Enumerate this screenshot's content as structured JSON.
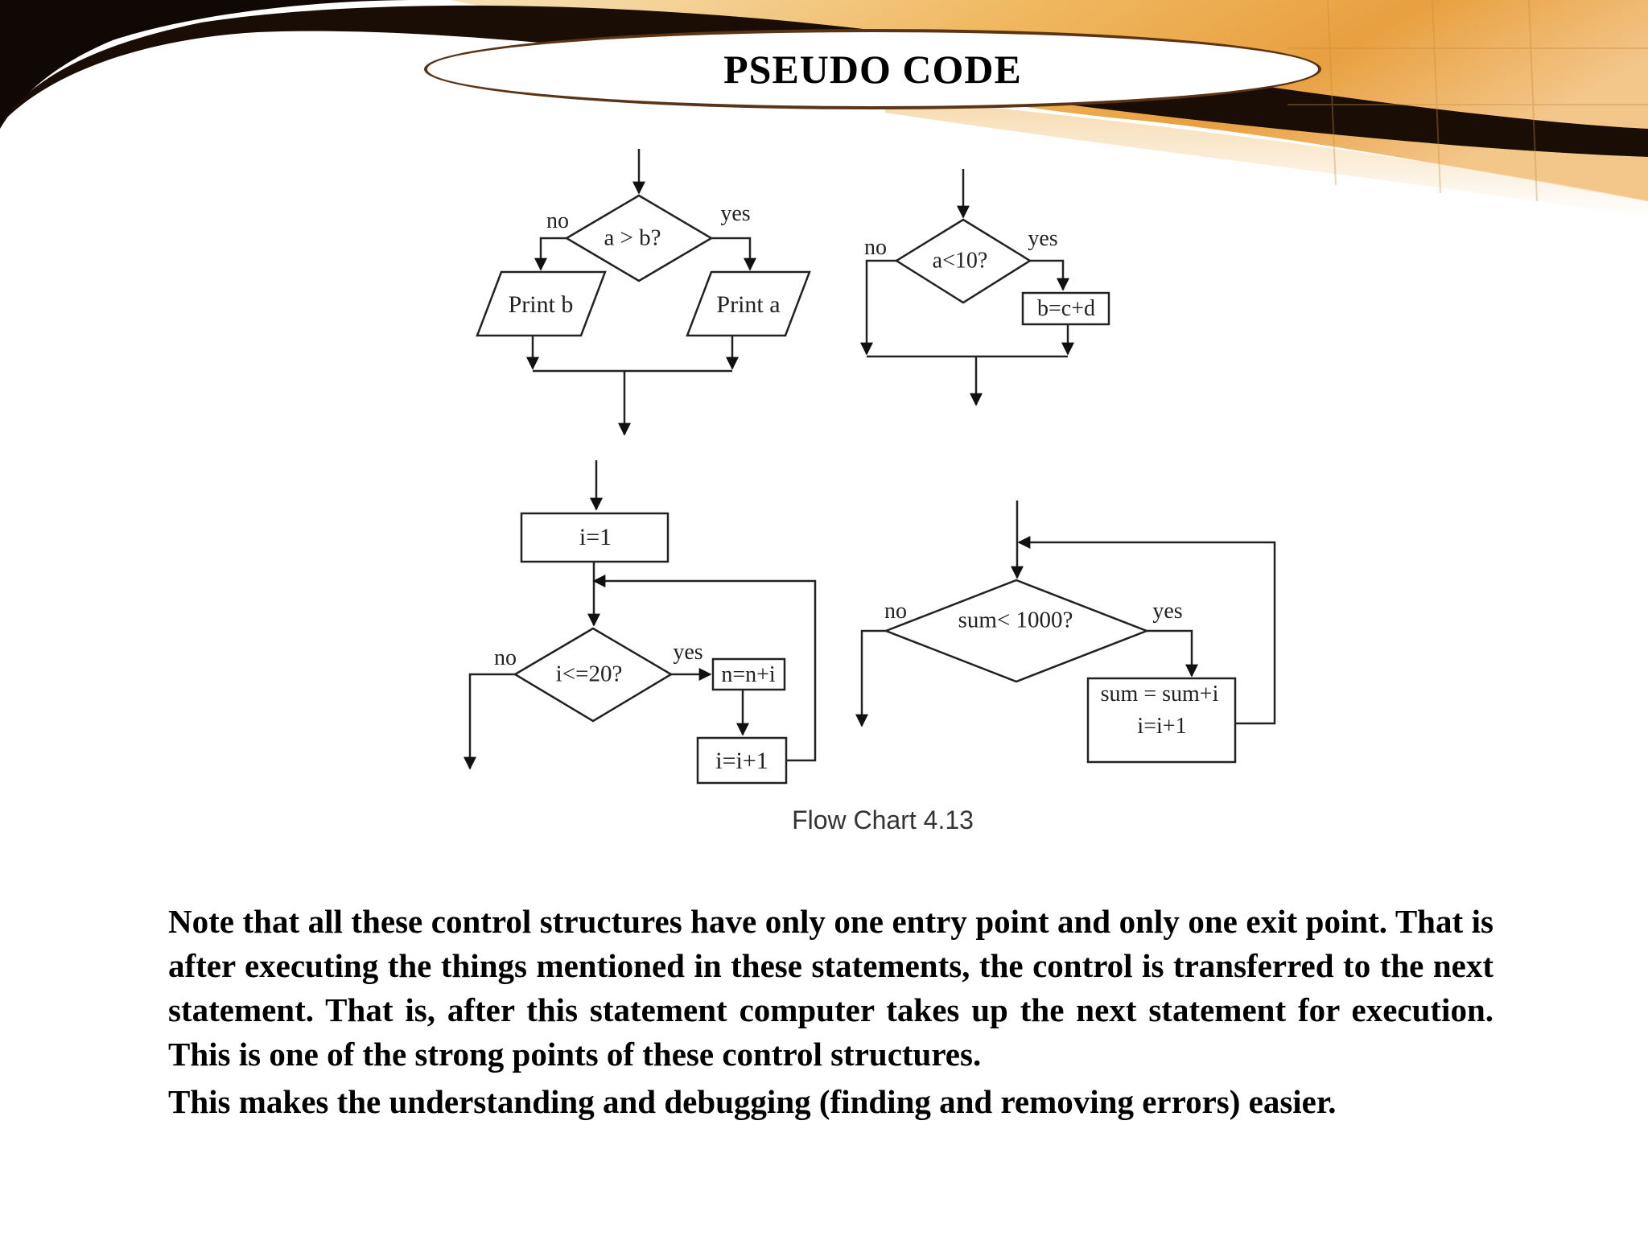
{
  "title": "PSEUDO CODE",
  "diagram": {
    "if_else": {
      "decision": "a > b?",
      "no_label": "no",
      "yes_label": "yes",
      "no_box": "Print b",
      "yes_box": "Print a"
    },
    "if_only": {
      "decision": "a<10?",
      "no_label": "no",
      "yes_label": "yes",
      "yes_box": "b=c+d"
    },
    "for_loop": {
      "init": "i=1",
      "decision": "i<=20?",
      "no_label": "no",
      "yes_label": "yes",
      "body": "n=n+i",
      "increment": "i=i+1"
    },
    "while_loop": {
      "decision": "sum< 1000?",
      "no_label": "no",
      "yes_label": "yes",
      "body_line1": "sum = sum+i",
      "body_line2": "i=i+1"
    },
    "caption": "Flow Chart 4.13"
  },
  "paragraph_1": "Note that all these control structures have only one entry point and only one exit point. That is after executing the things mentioned in these statements, the control is transferred to the next statement. That is, after this statement computer takes up the next statement for execution. This is one of the strong points of these control structures.",
  "paragraph_2": "This makes the understanding and debugging (finding and removing errors) easier."
}
